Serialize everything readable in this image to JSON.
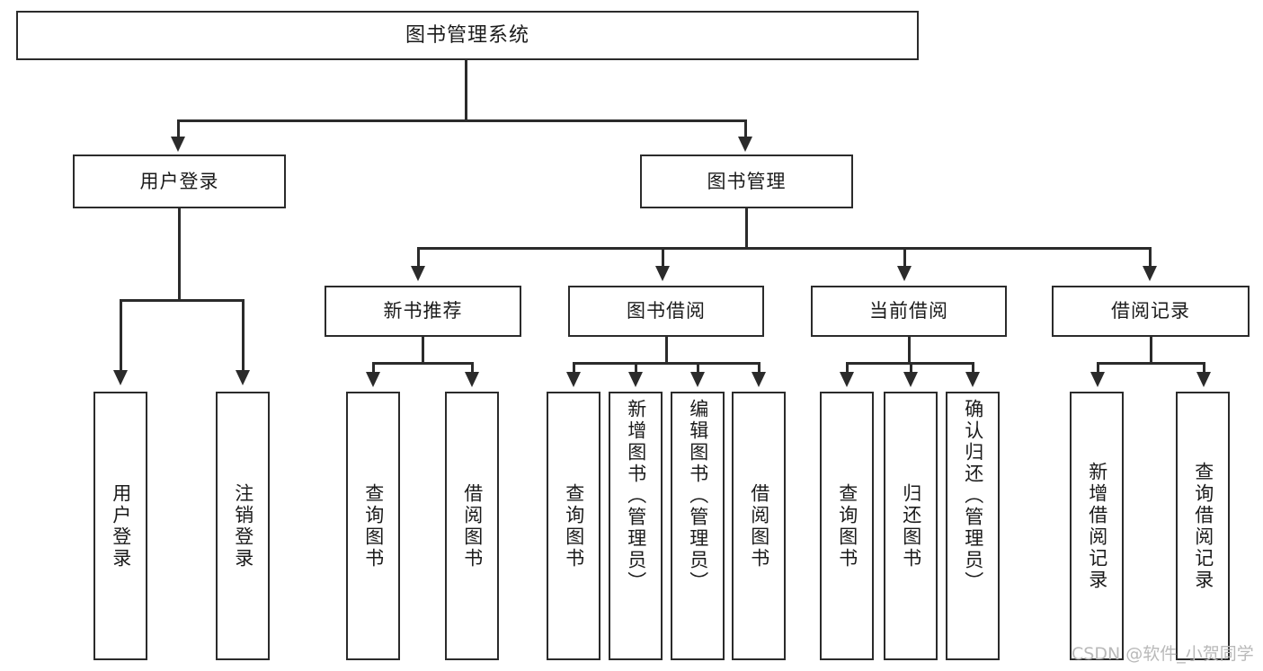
{
  "diagram": {
    "title": "图书管理系统",
    "root": {
      "label": "图书管理系统"
    },
    "level2": [
      {
        "label": "用户登录"
      },
      {
        "label": "图书管理"
      }
    ],
    "level3": [
      {
        "label": "新书推荐"
      },
      {
        "label": "图书借阅"
      },
      {
        "label": "当前借阅"
      },
      {
        "label": "借阅记录"
      }
    ],
    "leaves": {
      "user_login": [
        {
          "label": "用户登录"
        },
        {
          "label": "注销登录"
        }
      ],
      "new_book_recommend": [
        {
          "label": "查询图书"
        },
        {
          "label": "借阅图书"
        }
      ],
      "book_borrow": [
        {
          "label": "查询图书"
        },
        {
          "label": "新增图书（管理员）"
        },
        {
          "label": "编辑图书（管理员）"
        },
        {
          "label": "借阅图书"
        }
      ],
      "current_borrow": [
        {
          "label": "查询图书"
        },
        {
          "label": "归还图书"
        },
        {
          "label": "确认归还（管理员）"
        }
      ],
      "borrow_record": [
        {
          "label": "新增借阅记录"
        },
        {
          "label": "查询借阅记录"
        }
      ]
    }
  },
  "watermark": {
    "text": "CSDN @软件_小贺同学"
  },
  "colors": {
    "stroke": "#2b2b2b",
    "fill": "#ffffff",
    "text": "#1b1b1b",
    "watermark": "#b9b9b9"
  }
}
